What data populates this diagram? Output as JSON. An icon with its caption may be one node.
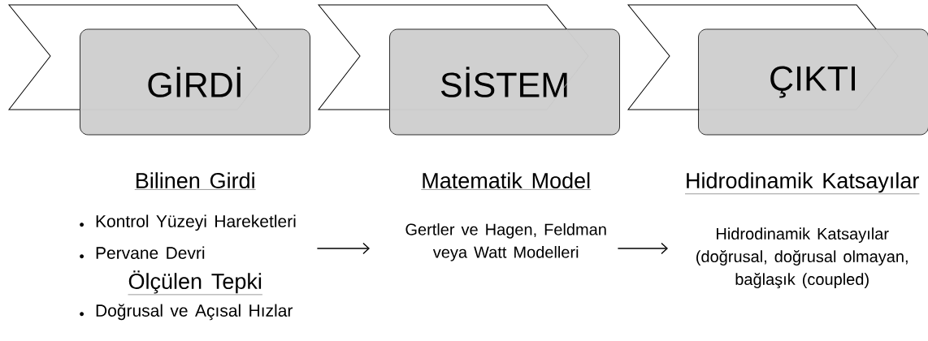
{
  "diagram": {
    "nodes": [
      {
        "text": [
          "GİRDİ"
        ]
      },
      {
        "text": [
          "SİSTEM"
        ]
      },
      {
        "text": [
          "ÇIKTI"
        ]
      },
      {
        "text": [
          "Bilinen Girdi",
          "Kontrol Yüzeyi Hareketleri",
          "Pervane Devri",
          "Ölçülen Tepki",
          "Doğrusal ve Açısal Hızlar"
        ]
      },
      {
        "text": [
          "Matematik Model",
          "Gertler ve Hagen, Feldman veya Watt Modelleri"
        ]
      },
      {
        "text": [
          "Hidrodinamik Katsayılar",
          "Hidrodinamik Katsayılar (doğrusal, doğrusal olmayan, bağlaşık (coupled)"
        ]
      },
      {
        "text": [],
        "shape": "chevron"
      },
      {
        "text": [],
        "shape": "chevron"
      },
      {
        "text": [],
        "shape": "chevron"
      }
    ],
    "edges": [
      {
        "from": 3,
        "to": 4,
        "arrow": "to"
      },
      {
        "from": 4,
        "to": 5,
        "arrow": "to"
      }
    ]
  }
}
